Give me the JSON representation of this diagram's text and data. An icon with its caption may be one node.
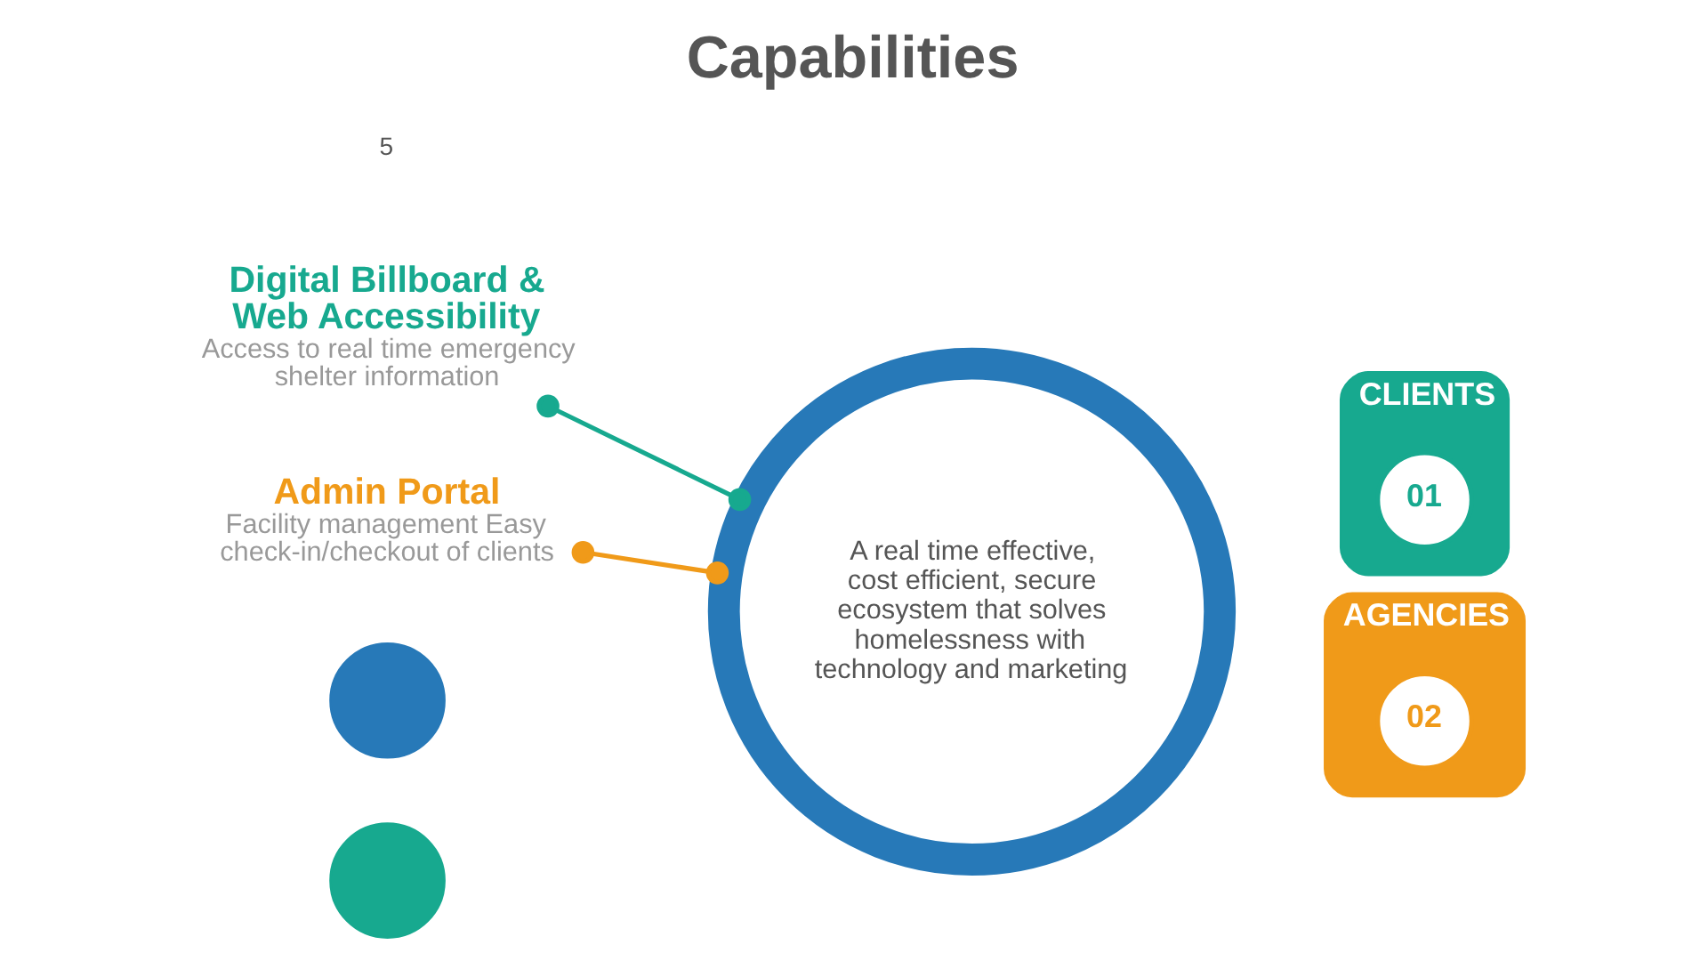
{
  "diagram": {
    "title": "Capabilities",
    "nodes": [
      {
        "text": [
          "Digital Billboard & Web Accessibility",
          "Access to real time emergency shelter information"
        ]
      },
      {
        "text": [
          "Admin Portal",
          "Facility management Easy check-in/checkout of clients"
        ]
      },
      {
        "text": [
          "A real time effective, cost efficient, secure ecosystem that solves homelessness with technology and marketing"
        ]
      },
      {
        "text": [
          "CLIENTS"
        ]
      },
      {
        "text": [
          "01"
        ],
        "in": 3
      },
      {
        "text": [
          "AGENCIES"
        ]
      },
      {
        "text": [
          "02"
        ],
        "in": 5
      },
      {
        "text": [],
        "shape": "circle"
      },
      {
        "text": [],
        "shape": "circle"
      }
    ],
    "edges": [
      {
        "from": 0,
        "to": 2,
        "arrow": "other",
        "color": "#17a98f"
      },
      {
        "from": 1,
        "to": 2,
        "arrow": "other",
        "color": "#f09a19"
      }
    ],
    "labels": [
      "5"
    ]
  }
}
